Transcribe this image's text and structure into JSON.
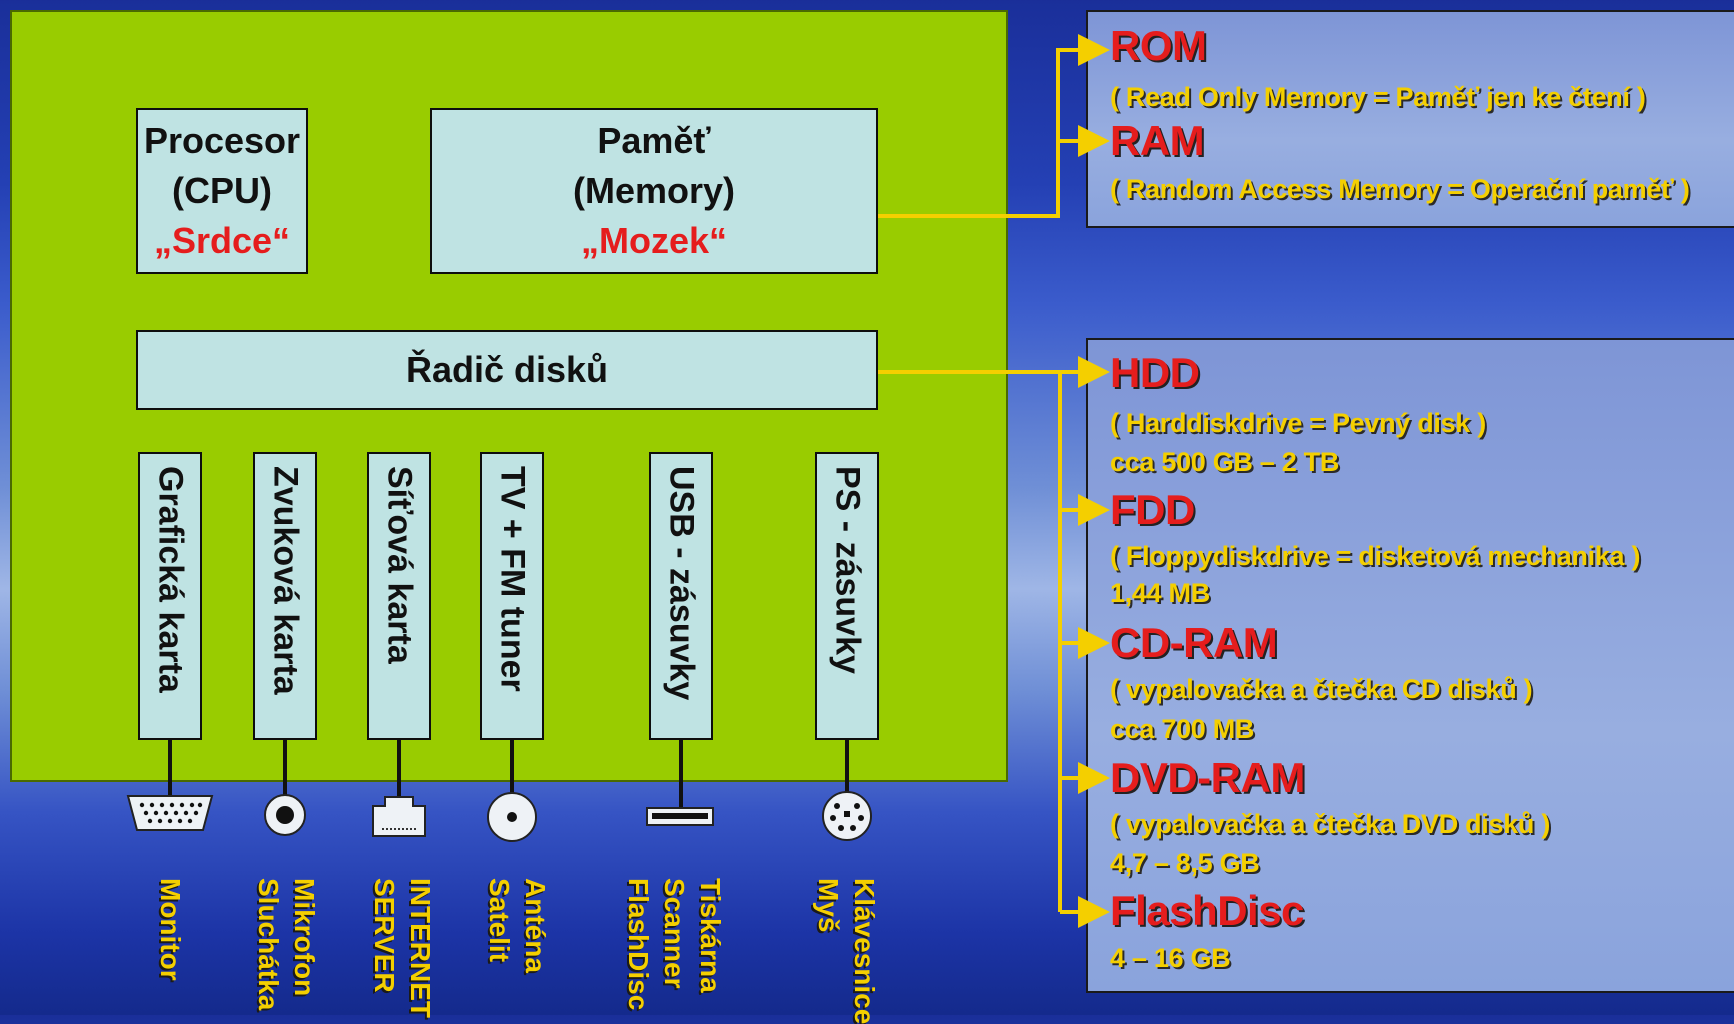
{
  "board": {
    "cpu": {
      "l1": "Procesor",
      "l2": "(CPU)",
      "l3": "„Srdce“"
    },
    "mem": {
      "l1": "Paměť",
      "l2": "(Memory)",
      "l3": "„Mozek“"
    },
    "disk": "Řadič disků",
    "slots": [
      "Grafická karta",
      "Zvuková karta",
      "Síťová karta",
      "TV + FM tuner",
      "USB - zásuvky",
      "PS - zásuvky"
    ]
  },
  "connectors": [
    {
      "icon": "vga-port-icon",
      "lines": [
        "Monitor"
      ]
    },
    {
      "icon": "audio-jack-icon",
      "lines": [
        "Mikrofon",
        "Sluchátka"
      ]
    },
    {
      "icon": "rj45-port-icon",
      "lines": [
        "INTERNET",
        "SERVER"
      ]
    },
    {
      "icon": "coax-port-icon",
      "lines": [
        "Anténa",
        "Satelit"
      ]
    },
    {
      "icon": "usb-port-icon",
      "lines": [
        "Tiskárna",
        "Scanner",
        "FlashDisc"
      ]
    },
    {
      "icon": "ps2-port-icon",
      "lines": [
        "Klávesnice",
        "Myš"
      ]
    }
  ],
  "memory_panel": [
    {
      "title": "ROM",
      "lines": [
        "( Read Only Memory = Paměť jen ke čtení )"
      ]
    },
    {
      "title": "RAM",
      "lines": [
        "( Random Access Memory = Operační paměť )"
      ]
    }
  ],
  "disk_panel": [
    {
      "title": "HDD",
      "lines": [
        "( Harddiskdrive = Pevný disk )",
        "cca 500 GB – 2 TB"
      ]
    },
    {
      "title": "FDD",
      "lines": [
        "( Floppydiskdrive = disketová mechanika )",
        "1,44 MB"
      ]
    },
    {
      "title": "CD-RAM",
      "lines": [
        "( vypalovačka a čtečka CD disků )",
        "cca 700 MB"
      ]
    },
    {
      "title": "DVD-RAM",
      "lines": [
        "( vypalovačka a čtečka DVD disků )",
        "4,7 – 8,5 GB"
      ]
    },
    {
      "title": "FlashDisc",
      "lines": [
        "4 – 16 GB"
      ]
    }
  ],
  "colors": {
    "board": "#99cc00",
    "box": "#bfe3e3",
    "wire": "#f4cf00",
    "title": "#e51d1d"
  }
}
